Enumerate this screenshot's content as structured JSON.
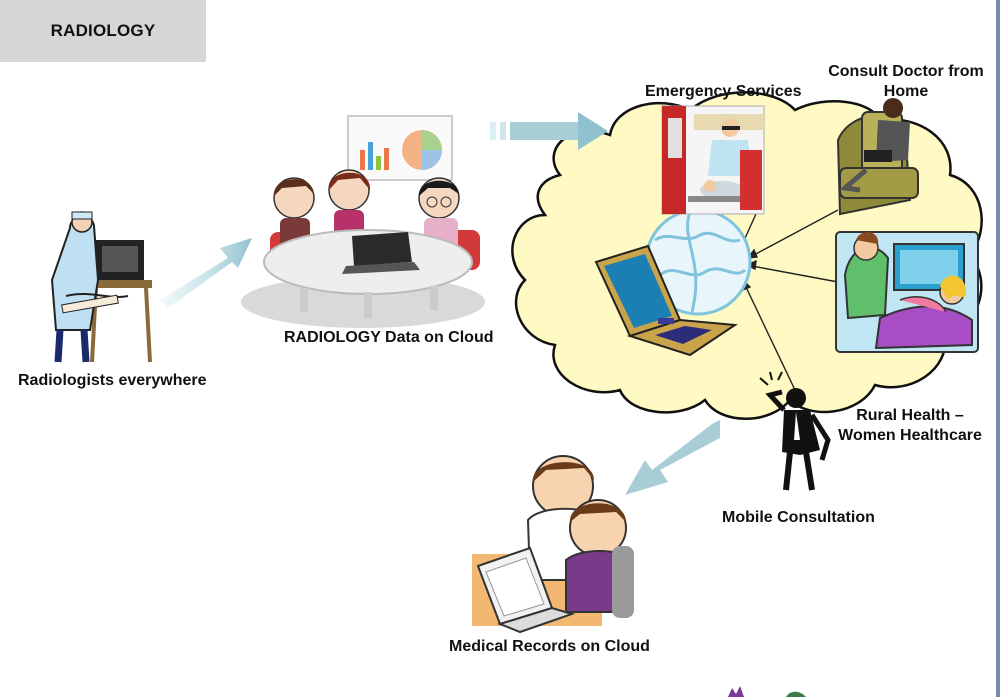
{
  "header": {
    "title": "RADIOLOGY"
  },
  "labels": {
    "radiologists": "Radiologists everywhere",
    "data_on_cloud": "RADIOLOGY Data on Cloud",
    "emergency": "Emergency Services",
    "consult_line1": "Consult Doctor from",
    "consult_line2": "Home",
    "rural_line1": "Rural Health –",
    "rural_line2": "Women Healthcare",
    "mobile": "Mobile Consultation",
    "records": "Medical Records on Cloud"
  },
  "colors": {
    "cloud_fill": "#fff9c4",
    "arrow": "#a9cdd6",
    "title_bg": "#d6d6d6"
  }
}
